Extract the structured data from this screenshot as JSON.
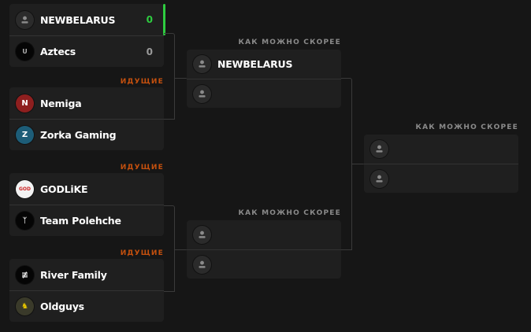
{
  "round1": [
    {
      "label": "",
      "teams": [
        {
          "name": "NEWBELARUS",
          "score": "0",
          "logo": "placeholder",
          "winner": true
        },
        {
          "name": "Aztecs",
          "score": "0",
          "logo": "aztecs"
        }
      ]
    },
    {
      "label": "ИДУЩИЕ",
      "teams": [
        {
          "name": "Nemiga",
          "score": "",
          "logo": "nemiga"
        },
        {
          "name": "Zorka Gaming",
          "score": "",
          "logo": "zorka"
        }
      ]
    },
    {
      "label": "ИДУЩИЕ",
      "teams": [
        {
          "name": "GODLiKE",
          "score": "",
          "logo": "godlike"
        },
        {
          "name": "Team Polehche",
          "score": "",
          "logo": "polehche"
        }
      ]
    },
    {
      "label": "ИДУЩИЕ",
      "teams": [
        {
          "name": "River Family",
          "score": "",
          "logo": "river"
        },
        {
          "name": "Oldguys",
          "score": "",
          "logo": "oldguys"
        }
      ]
    }
  ],
  "round2": [
    {
      "label": "КАК МОЖНО СКОРЕЕ",
      "teams": [
        {
          "name": "NEWBELARUS"
        },
        {
          "name": ""
        }
      ]
    },
    {
      "label": "КАК МОЖНО СКОРЕЕ",
      "teams": [
        {
          "name": ""
        },
        {
          "name": ""
        }
      ]
    }
  ],
  "final": {
    "label": "КАК МОЖНО СКОРЕЕ",
    "teams": [
      {
        "name": ""
      },
      {
        "name": ""
      }
    ]
  },
  "colors": {
    "win": "#2ecc40",
    "live": "#c4500e",
    "bg": "#161616",
    "card": "#1f1f1f"
  }
}
